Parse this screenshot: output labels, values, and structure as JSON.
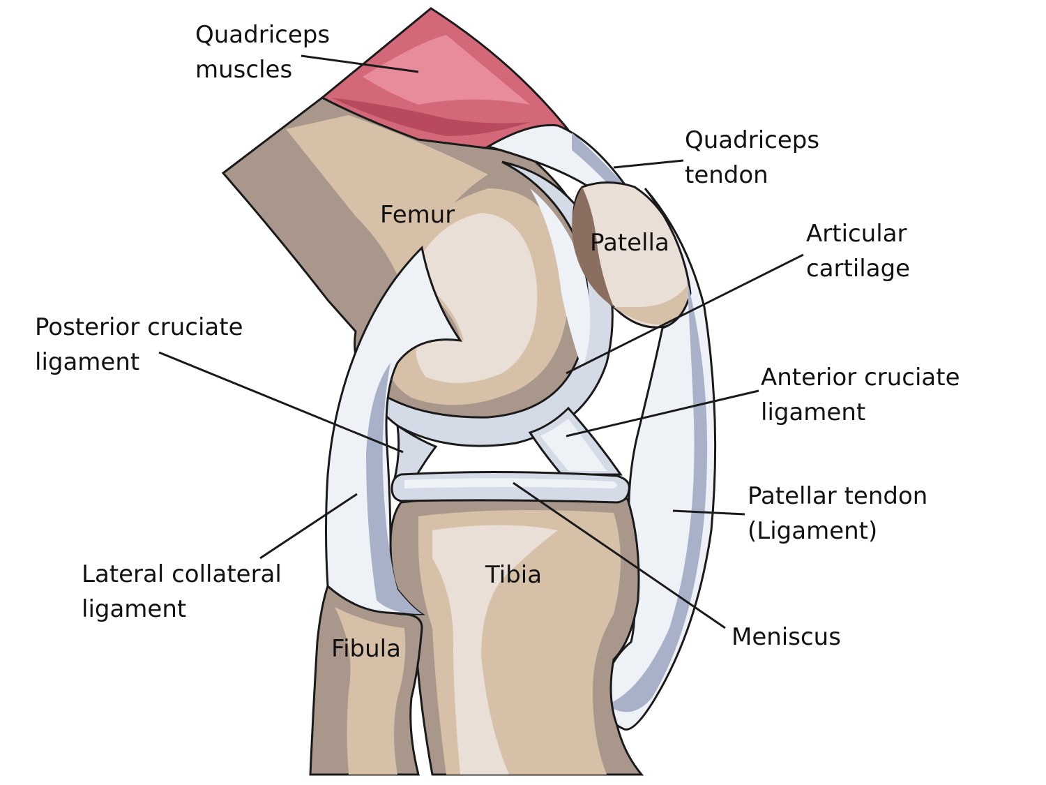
{
  "colors": {
    "bone_light": "#eadfd6",
    "bone_mid": "#d6c1a8",
    "bone_dark": "#a8978a",
    "bone_deep": "#8a6e60",
    "muscle_light": "#e88c9c",
    "muscle_mid": "#d26878",
    "muscle_dark": "#b94a5e",
    "ligament_light": "#eef1f6",
    "ligament_mid": "#d4dae6",
    "ligament_shadow": "#a9b1c9",
    "outline": "#1a1a1a",
    "text": "#111111"
  },
  "labels": {
    "quadriceps_muscles": [
      "Quadriceps",
      "muscles"
    ],
    "quadriceps_tendon": [
      "Quadriceps",
      "tendon"
    ],
    "femur": "Femur",
    "patella": "Patella",
    "articular_cartilage": [
      "Articular",
      "cartilage"
    ],
    "posterior_cruciate_ligament": [
      "Posterior cruciate",
      "ligament"
    ],
    "anterior_cruciate_ligament": [
      "Anterior cruciate",
      "ligament"
    ],
    "patellar_tendon": [
      "Patellar tendon",
      "(Ligament)"
    ],
    "lateral_collateral_ligament": [
      "Lateral collateral",
      "ligament"
    ],
    "tibia": "Tibia",
    "fibula": "Fibula",
    "meniscus": "Meniscus"
  }
}
